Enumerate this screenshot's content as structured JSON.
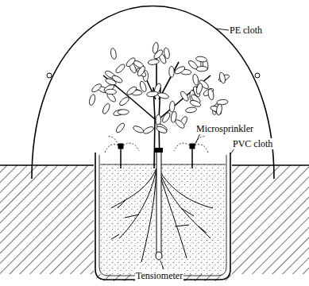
{
  "diagram": {
    "labels": [
      "PE cloth",
      "Microsprinkler",
      "PVC cloth",
      "Tensiometer"
    ]
  }
}
